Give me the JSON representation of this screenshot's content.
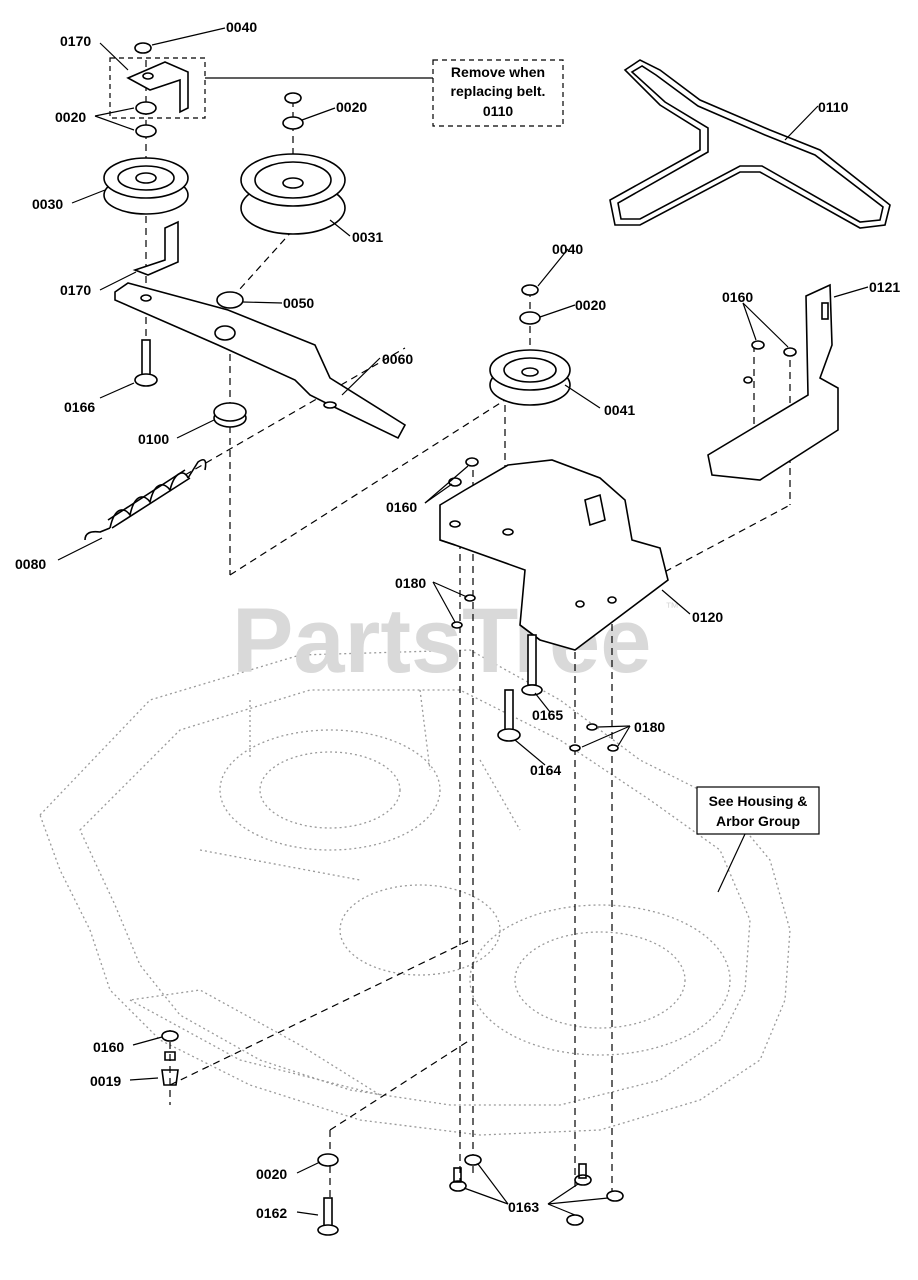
{
  "watermark": {
    "text": "PartsTree",
    "tm": "™"
  },
  "notes": {
    "remove_belt": [
      "Remove when",
      "replacing belt.",
      "0110"
    ],
    "see_housing": [
      "See Housing &",
      "Arbor Group"
    ]
  },
  "labels": {
    "l0170a": "0170",
    "l0040a": "0040",
    "l0020a": "0020",
    "l0020b": "0020",
    "l0030": "0030",
    "l0031": "0031",
    "l0110": "0110",
    "l0170b": "0170",
    "l0050": "0050",
    "l0040b": "0040",
    "l0020c": "0020",
    "l0121": "0121",
    "l0160a": "0160",
    "l0060": "0060",
    "l0166": "0166",
    "l0100": "0100",
    "l0041": "0041",
    "l0160b": "0160",
    "l0080": "0080",
    "l0180a": "0180",
    "l0120": "0120",
    "l0165": "0165",
    "l0180b": "0180",
    "l0164": "0164",
    "l0160c": "0160",
    "l0019": "0019",
    "l0020d": "0020",
    "l0163": "0163",
    "l0162": "0162"
  }
}
